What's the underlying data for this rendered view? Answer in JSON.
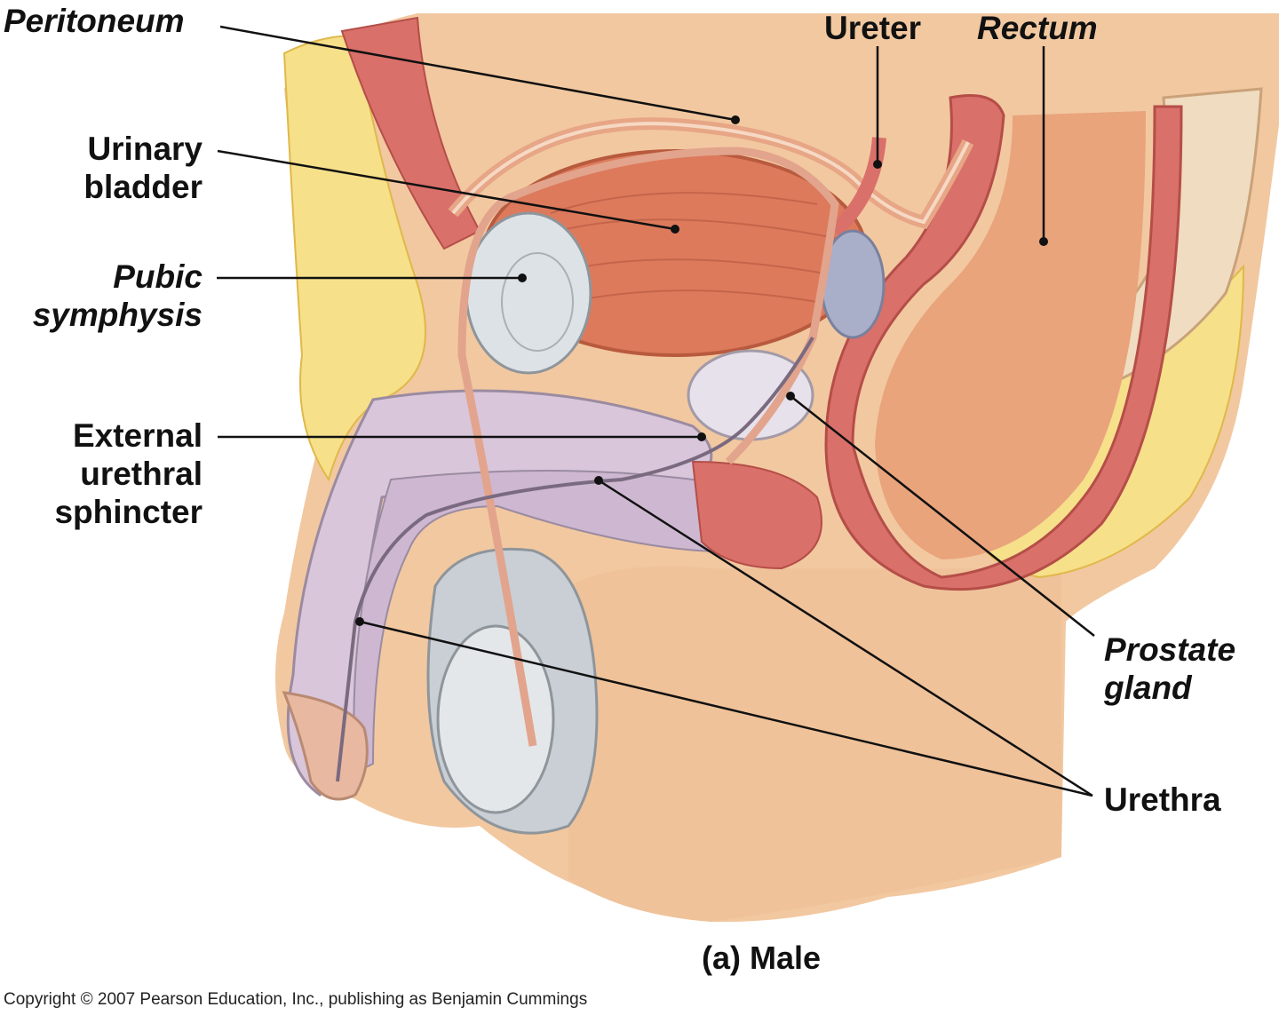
{
  "labels": {
    "peritoneum": "Peritoneum",
    "ureter": "Ureter",
    "rectum": "Rectum",
    "urinary_bladder": [
      "Urinary",
      "bladder"
    ],
    "pubic_symphysis": [
      "Pubic",
      "symphysis"
    ],
    "external_urethral_sphincter": [
      "External",
      "urethral",
      "sphincter"
    ],
    "prostate_gland": [
      "Prostate",
      "gland"
    ],
    "urethra": "Urethra"
  },
  "caption": "(a) Male",
  "copyright": "Copyright © 2007 Pearson Education, Inc., publishing as Benjamin Cummings",
  "colors": {
    "skin": "#f2c8a0",
    "fat": "#f6e08a",
    "muscle": "#d9706a",
    "bladder": "#dd7a5c",
    "erectile_tissue": "#d9c6da",
    "testis": "#d8dadc",
    "leader_line": "#111111"
  }
}
